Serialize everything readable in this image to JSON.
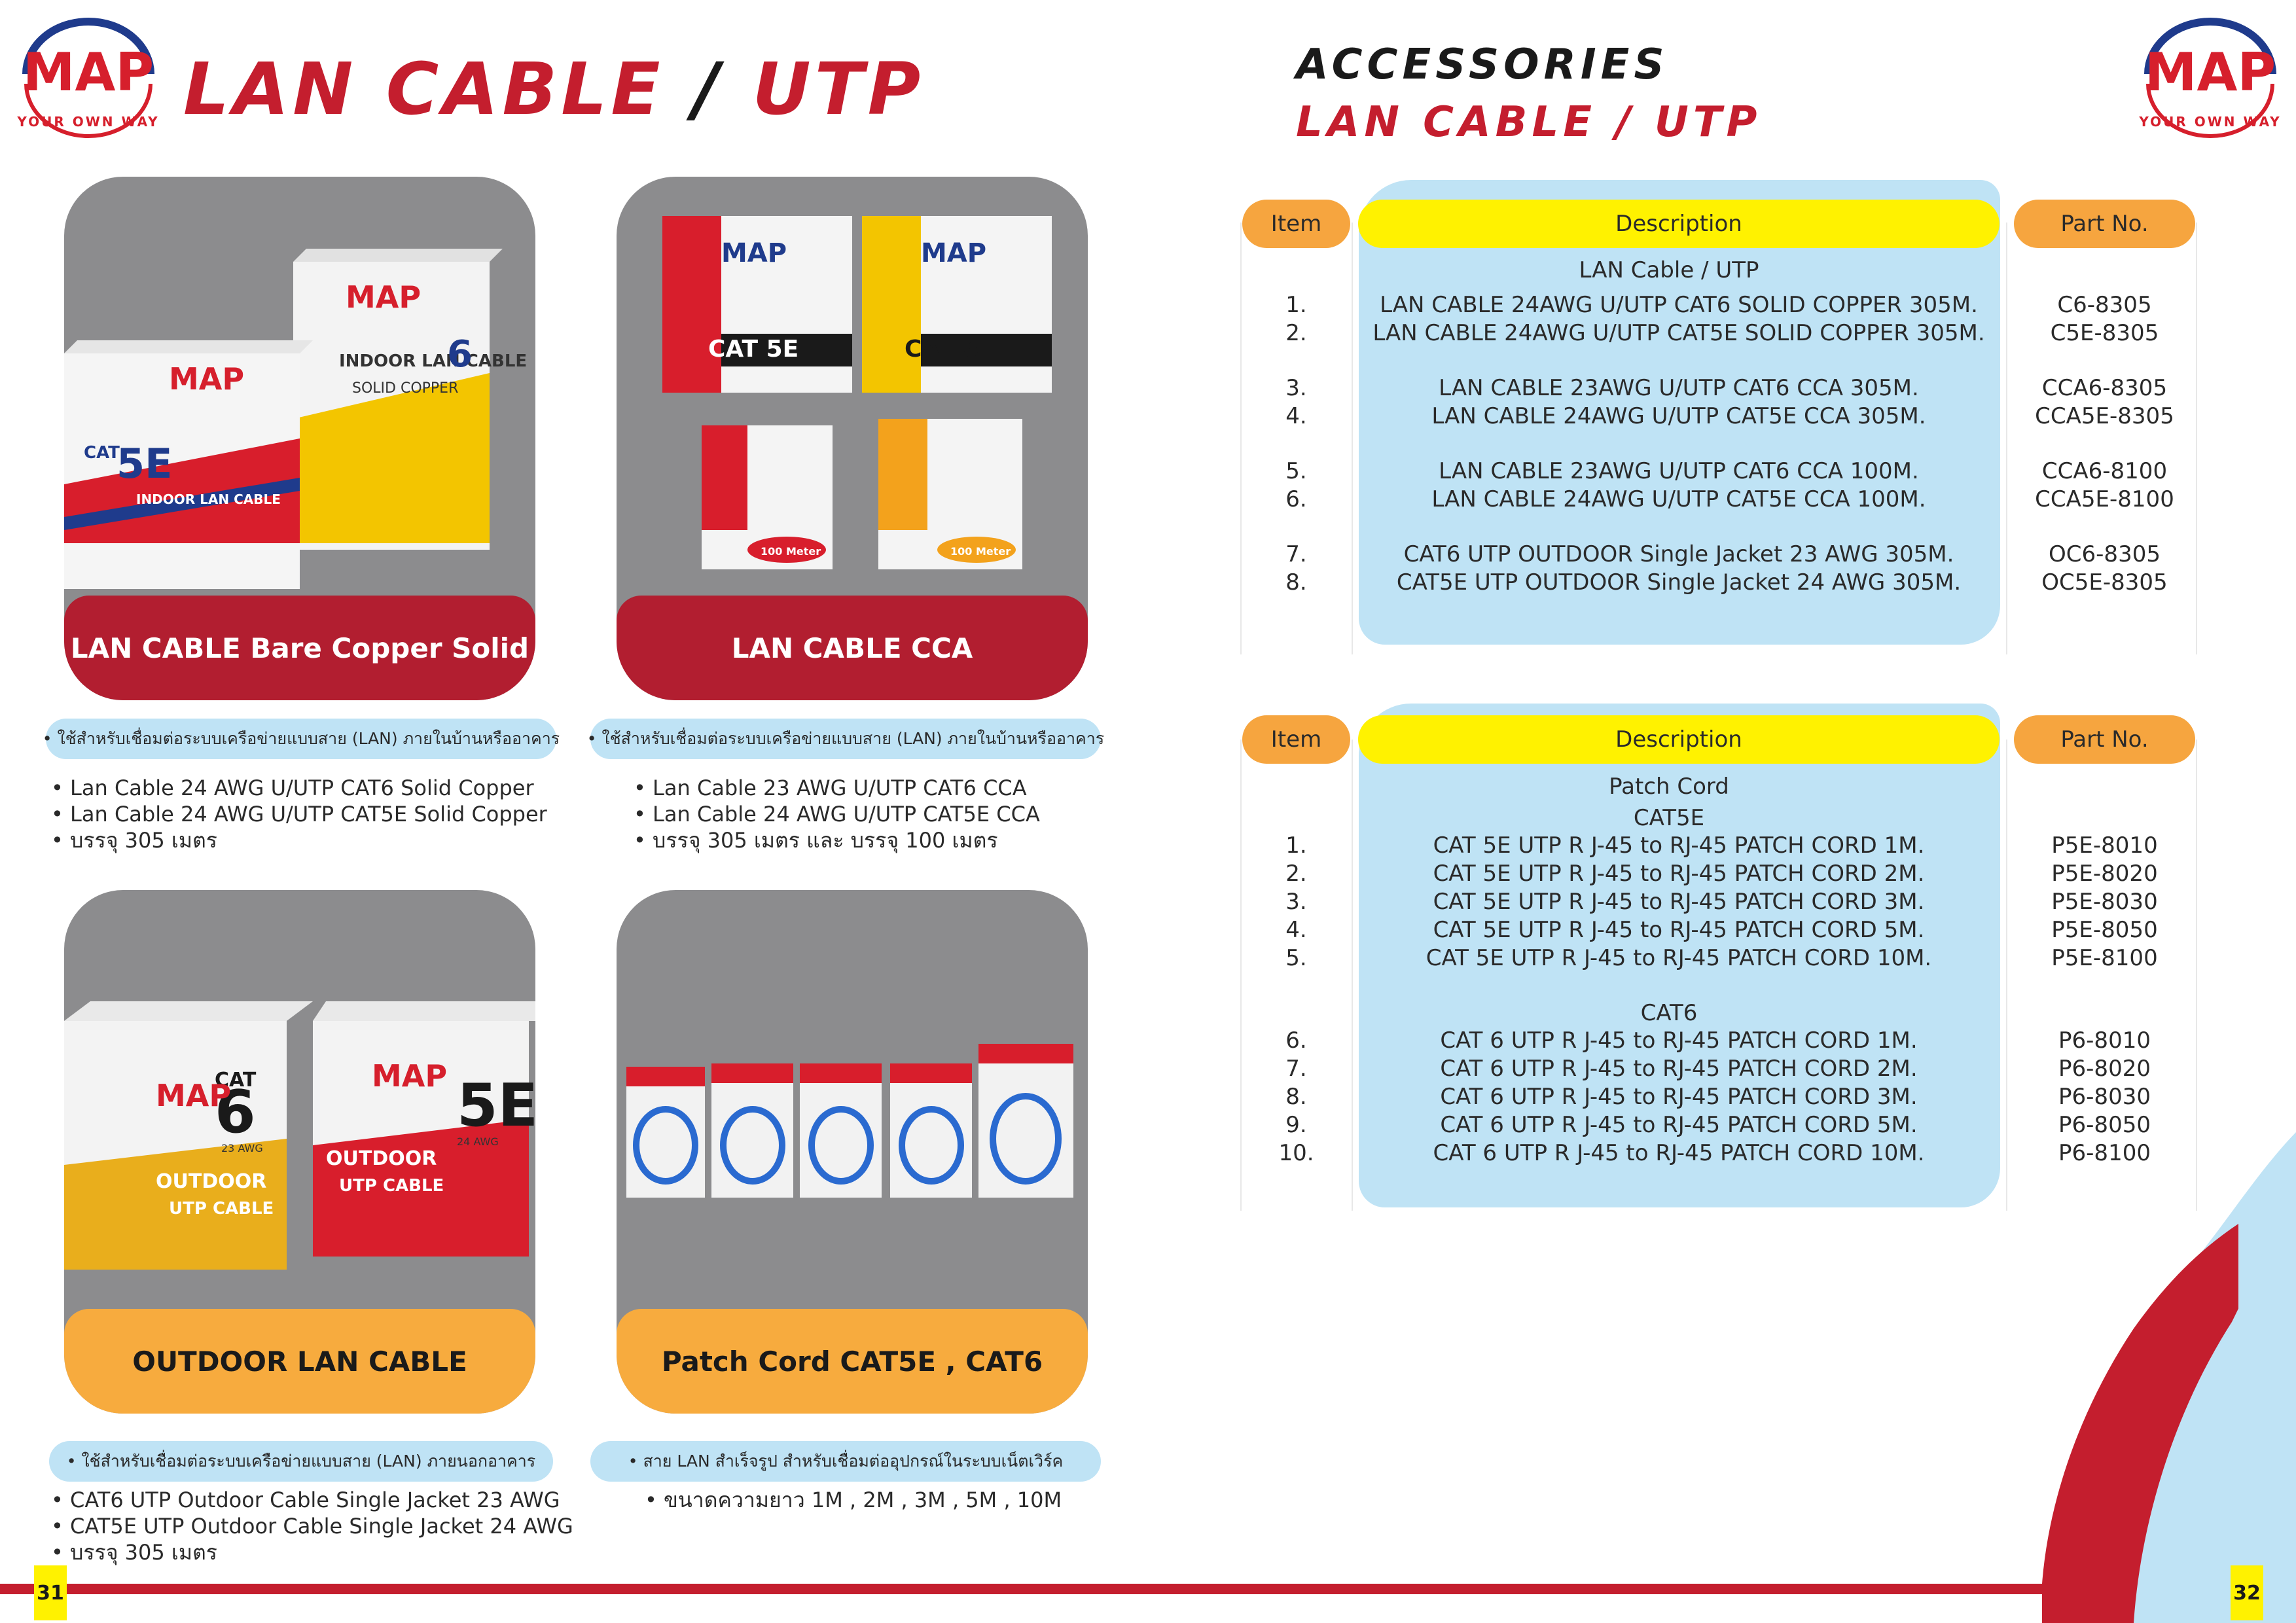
{
  "left": {
    "title_part1": "LAN CABLE",
    "title_sep": "/",
    "title_part2": "UTP",
    "logo": {
      "brand": "MAP",
      "tagline": "YOUR OWN WAY"
    },
    "cards": [
      {
        "label": "LAN CABLE Bare Copper Solid",
        "pill": "• ใช้สำหรับเชื่อมต่อระบบเครือข่ายแบบสาย (LAN) ภายในบ้านหรืออาคาร",
        "bullets": [
          "Lan Cable 24 AWG U/UTP CAT6 Solid Copper",
          "Lan Cable 24 AWG U/UTP CAT5E Solid Copper",
          "บรรจุ 305 เมตร"
        ]
      },
      {
        "label": "LAN CABLE CCA",
        "pill": "• ใช้สำหรับเชื่อมต่อระบบเครือข่ายแบบสาย (LAN) ภายในบ้านหรืออาคาร",
        "bullets": [
          "Lan Cable 23 AWG U/UTP CAT6 CCA",
          "Lan Cable 24 AWG U/UTP CAT5E CCA",
          "บรรจุ 305 เมตร และ บรรจุ 100 เมตร"
        ]
      },
      {
        "label": "OUTDOOR LAN CABLE",
        "pill": "• ใช้สำหรับเชื่อมต่อระบบเครือข่ายแบบสาย (LAN) ภายนอกอาคาร",
        "bullets": [
          "CAT6 UTP Outdoor Cable Single Jacket 23 AWG",
          "CAT5E UTP Outdoor Cable Single Jacket 24 AWG",
          "บรรจุ 305 เมตร"
        ]
      },
      {
        "label": "Patch Cord CAT5E , CAT6",
        "pill": "• สาย LAN สำเร็จรูป สำหรับเชื่อมต่ออุปกรณ์ในระบบเน็ตเวิร์ค",
        "bullets": [
          "ขนาดความยาว 1M , 2M , 3M , 5M , 10M"
        ]
      }
    ],
    "box_texts": {
      "cat5e": "CAT 5E",
      "cat6": "CAT 6",
      "indoor": "INDOOR LAN CABLE",
      "outdoor": "OUTDOOR",
      "utp": "UTP CABLE",
      "meter100": "100 Meter",
      "copper": "SOLID COPPER",
      "big6": "6",
      "big5e": "5E",
      "cat": "CAT",
      "awg23": "23 AWG",
      "awg24": "24 AWG"
    },
    "page_number": "31"
  },
  "right": {
    "title1": "ACCESSORIES",
    "title2": "LAN CABLE / UTP",
    "page_number": "32",
    "table1": {
      "headers": {
        "item": "Item",
        "description": "Description",
        "part": "Part No."
      },
      "section": "LAN Cable / UTP",
      "groups": [
        [
          {
            "n": "1.",
            "d": "LAN CABLE 24AWG U/UTP CAT6 SOLID COPPER 305M.",
            "p": "C6-8305"
          },
          {
            "n": "2.",
            "d": "LAN CABLE 24AWG U/UTP CAT5E SOLID COPPER 305M.",
            "p": "C5E-8305"
          }
        ],
        [
          {
            "n": "3.",
            "d": "LAN CABLE 23AWG U/UTP CAT6 CCA 305M.",
            "p": "CCA6-8305"
          },
          {
            "n": "4.",
            "d": "LAN CABLE 24AWG U/UTP CAT5E CCA 305M.",
            "p": "CCA5E-8305"
          }
        ],
        [
          {
            "n": "5.",
            "d": "LAN CABLE 23AWG U/UTP CAT6 CCA 100M.",
            "p": "CCA6-8100"
          },
          {
            "n": "6.",
            "d": "LAN CABLE 24AWG U/UTP CAT5E CCA 100M.",
            "p": "CCA5E-8100"
          }
        ],
        [
          {
            "n": "7.",
            "d": "CAT6 UTP OUTDOOR Single Jacket 23 AWG 305M.",
            "p": "OC6-8305"
          },
          {
            "n": "8.",
            "d": "CAT5E UTP OUTDOOR Single Jacket 24 AWG 305M.",
            "p": "OC5E-8305"
          }
        ]
      ]
    },
    "table2": {
      "headers": {
        "item": "Item",
        "description": "Description",
        "part": "Part No."
      },
      "section": "Patch Cord",
      "sub1": "CAT5E",
      "sub2": "CAT6",
      "rows_a": [
        {
          "n": "1.",
          "d": "CAT 5E UTP R J-45 to RJ-45 PATCH CORD 1M.",
          "p": "P5E-8010"
        },
        {
          "n": "2.",
          "d": "CAT 5E UTP R J-45 to RJ-45 PATCH CORD 2M.",
          "p": "P5E-8020"
        },
        {
          "n": "3.",
          "d": "CAT 5E UTP R J-45 to RJ-45 PATCH CORD 3M.",
          "p": "P5E-8030"
        },
        {
          "n": "4.",
          "d": "CAT 5E UTP R J-45 to RJ-45 PATCH CORD 5M.",
          "p": "P5E-8050"
        },
        {
          "n": "5.",
          "d": "CAT 5E UTP R J-45 to RJ-45 PATCH CORD 10M.",
          "p": "P5E-8100"
        }
      ],
      "rows_b": [
        {
          "n": "6.",
          "d": "CAT 6 UTP R J-45 to RJ-45 PATCH CORD 1M.",
          "p": "P6-8010"
        },
        {
          "n": "7.",
          "d": "CAT 6 UTP R J-45 to RJ-45 PATCH CORD 2M.",
          "p": "P6-8020"
        },
        {
          "n": "8.",
          "d": "CAT 6 UTP R J-45 to RJ-45 PATCH CORD 3M.",
          "p": "P6-8030"
        },
        {
          "n": "9.",
          "d": "CAT 6 UTP R J-45 to RJ-45 PATCH CORD 5M.",
          "p": "P6-8050"
        },
        {
          "n": "10.",
          "d": "CAT 6 UTP R J-45 to RJ-45 PATCH CORD 10M.",
          "p": "P6-8100"
        }
      ]
    }
  },
  "colors": {
    "red": "#c41e2e",
    "cardRed": "#b21e30",
    "orange": "#f7ab3e",
    "yellow": "#fff200",
    "lightBlue": "#bfe3f5",
    "gray": "#8c8c8e"
  }
}
